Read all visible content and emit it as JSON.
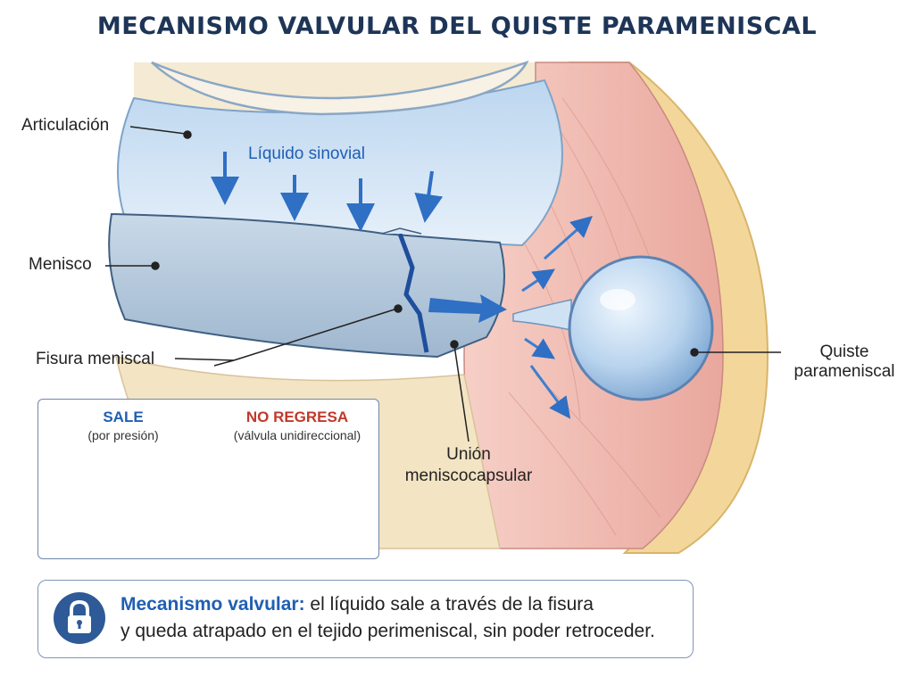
{
  "title": "MECANISMO VALVULAR DEL QUISTE PARAMENISCAL",
  "labels": {
    "articulacion": "Articulación",
    "liquido": "Líquido sinovial",
    "menisco": "Menisco",
    "fisura": "Fisura meniscal",
    "union_l1": "Unión",
    "union_l2": "meniscocapsular",
    "quiste_l1": "Quiste",
    "quiste_l2": "parameniscal"
  },
  "inset": {
    "sale_title": "SALE",
    "sale_sub": "(por presión)",
    "no_title": "NO REGRESA",
    "no_sub": "(válvula unidireccional)"
  },
  "summary": {
    "strong": "Mecanismo valvular:",
    "line1": " el líquido sale a través de la fisura",
    "line2": "y queda atrapado en el tejido perimeniscal, sin poder retroceder."
  },
  "colors": {
    "title": "#1d3557",
    "accent_blue": "#1f5fb3",
    "warning_red": "#c0392b",
    "tissue_pink": "#efb3aa",
    "fluid_blue": "#cfe2f4"
  },
  "icons": {
    "summary": "lock-icon",
    "no_return": "x-mark-icon"
  }
}
